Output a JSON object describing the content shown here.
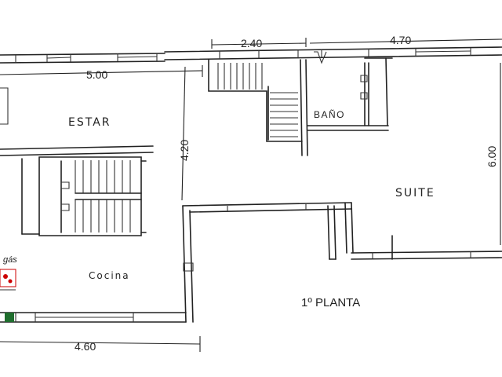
{
  "dimensions": {
    "top_mid": "2.40",
    "top_right": "4.70",
    "top_left": "5.00",
    "center_vertical": "4.20",
    "right_vertical": "6.00",
    "bottom": "4.60"
  },
  "rooms": {
    "estar": "ESTAR",
    "bano": "BAÑO",
    "suite": "SUITE",
    "cocina": "Cocina",
    "gas": "gás"
  },
  "floor_label": "1º PLANTA",
  "colors": {
    "line": "#222222",
    "gas_marker": "#cc0000",
    "green_marker": "#1f6e2e"
  }
}
